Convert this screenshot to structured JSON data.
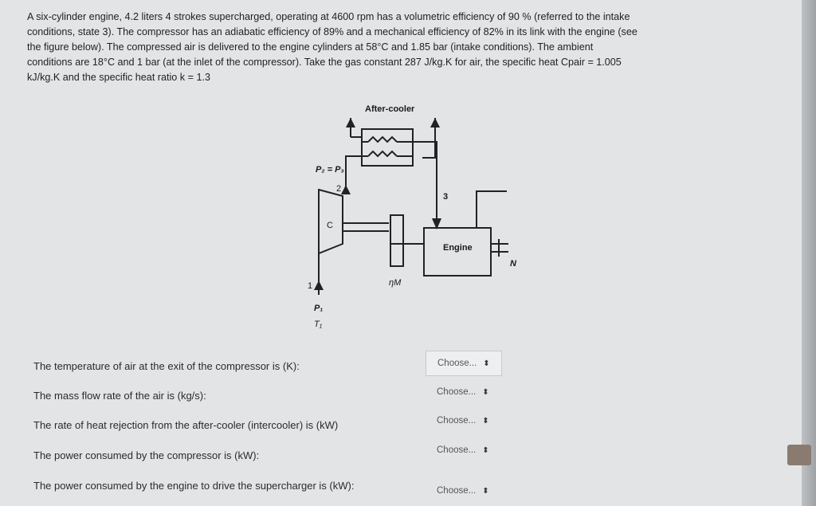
{
  "problem_lines": [
    "A six-cylinder engine, 4.2 liters 4 strokes supercharged, operating at 4600 rpm has a volumetric efficiency of 90 % (referred to the intake",
    "conditions, state 3). The compressor has an adiabatic efficiency of 89% and a mechanical efficiency of 82% in its link with the engine (see",
    "the figure below). The compressed air is delivered to the engine cylinders at 58°C and 1.85 bar (intake conditions). The ambient",
    "conditions are 18°C and 1 bar (at the inlet of the compressor). Take the gas constant 287 J/kg.K for air, the specific heat Cpair = 1.005",
    "kJ/kg.K and the specific heat ratio k = 1.3"
  ],
  "figure": {
    "aftercooler_label": "After-cooler",
    "p2p3_label": "P₂ = P₃",
    "state2": "2",
    "state3": "3",
    "state1": "1",
    "compressor_label": "C",
    "engine_label": "Engine",
    "speed_label": "N",
    "eta_label": "ηM",
    "p1_label": "P₁",
    "t1_label": "T₁"
  },
  "questions": [
    {
      "text": "The temperature of air at the exit of the compressor is (K):",
      "select": "Choose..."
    },
    {
      "text": "The mass flow rate of the air is (kg/s):",
      "select": "Choose..."
    },
    {
      "text": "The rate of heat rejection from the after-cooler (intercooler) is (kW)",
      "select": "Choose..."
    },
    {
      "text": "The power consumed by the compressor is (kW):",
      "select": "Choose..."
    },
    {
      "text": "The power consumed by the engine to drive the supercharger is (kW):",
      "select": "Choose..."
    }
  ],
  "icons": {
    "select_caret": "updown-caret-icon"
  }
}
